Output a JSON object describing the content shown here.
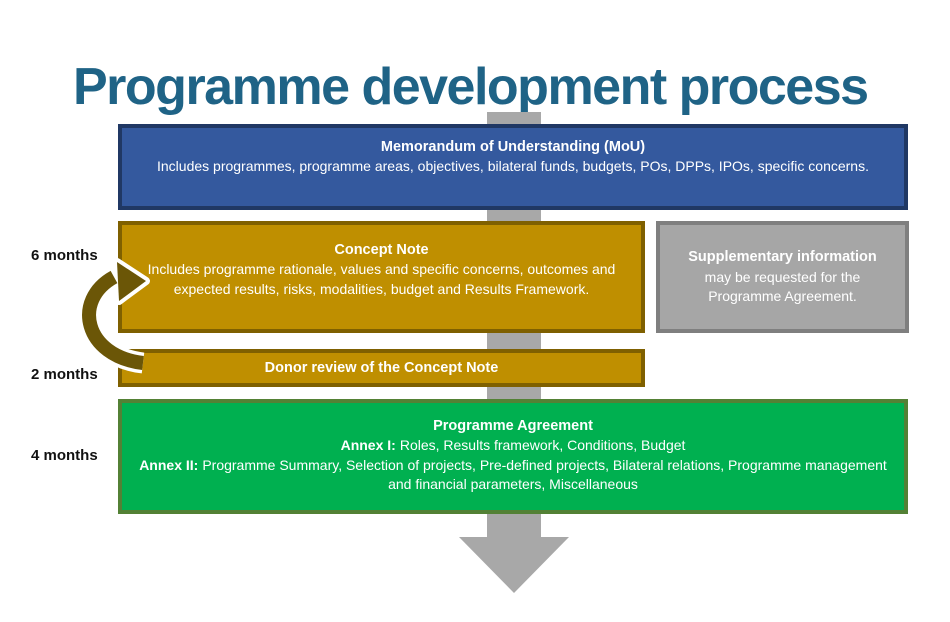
{
  "title": "Programme development process",
  "timeline": {
    "items": [
      {
        "label": "6 months"
      },
      {
        "label": "2 months"
      },
      {
        "label": "4 months"
      }
    ]
  },
  "boxes": {
    "mou": {
      "title": "Memorandum of Understanding (MoU)",
      "body": "Includes programmes, programme areas, objectives, bilateral funds, budgets, POs, DPPs, IPOs, specific concerns."
    },
    "concept_note": {
      "title": "Concept Note",
      "body": "Includes programme rationale, values and specific concerns, outcomes and expected results, risks, modalities, budget and Results Framework."
    },
    "supplementary": {
      "title": "Supplementary information",
      "body": "may be requested for the Programme Agreement."
    },
    "donor_review": {
      "label": "Donor review of the Concept Note"
    },
    "programme_agreement": {
      "title": "Programme Agreement",
      "annex_i_label": "Annex I:",
      "annex_i_items": "Roles, Results framework, Conditions, Budget",
      "annex_ii_label": "Annex II:",
      "annex_ii_items": "Programme Summary, Selection of projects, Pre-defined projects, Bilateral relations, Programme management and financial parameters, Miscellaneous"
    }
  },
  "icons": {
    "flow_arrow": "down-arrow",
    "feedback_arrow": "curved-loop-arrow"
  },
  "colors": {
    "title_text": "#1F6386",
    "mou_fill": "#34599E",
    "mou_border": "#203864",
    "gold_fill": "#BF8F00",
    "gold_border": "#7F6000",
    "gray_fill": "#A6A6A6",
    "gray_border": "#7F7F7F",
    "green_fill": "#00B050",
    "green_border": "#538135",
    "flow_arrow": "#A8A8A8",
    "feedback_arrow": "#6B5607",
    "box_text": "#FFFFFF",
    "timeline_text": "#111111"
  }
}
